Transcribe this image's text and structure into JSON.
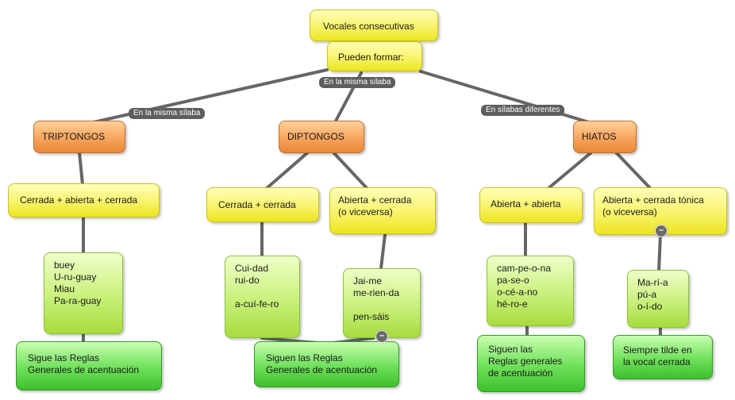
{
  "root": "Vocales consecutivas",
  "linker": "Pueden formar:",
  "link_labels": {
    "triptongos": "En la misma sílaba",
    "diptongos": "En la misma sílaba",
    "hiatos": "En sílabas diferentes"
  },
  "categories": {
    "triptongos": "TRIPTONGOS",
    "diptongos": "DIPTONGOS",
    "hiatos": "HIATOS"
  },
  "rules": {
    "trip": "Cerrada + abierta + cerrada",
    "dip1": "Cerrada + cerrada",
    "dip2": "Abierta + cerrada\n(o viceversa)",
    "hia1": "Abierta + abierta",
    "hia2": "Abierta + cerrada tónica\n(o viceversa)"
  },
  "examples": {
    "trip": "buey\nU-ru-guay\nMiau\nPa-ra-guay",
    "dip1": "Cui-dad\nrui-do\n\na-cuí-fe-ro",
    "dip2": "Jai-me\nme-rien-da\n\npen-sáis",
    "hia1": "cam-pe-o-na\npa-se-o\no-cé-a-no\nhé-ro-e",
    "hia2": "Ma-rí-a\npú-a\no-í-do"
  },
  "accent_rules": {
    "trip": "Sigue las Reglas\nGenerales de acentuación",
    "dip": "Siguen las Reglas\nGenerales de acentuación",
    "hia1": "Siguen las\nReglas generales\nde acentuación",
    "hia2": "Siempre tilde en\nla vocal cerrada"
  },
  "collapse_symbol": "–",
  "colors": {
    "yellow": "#f8f36a",
    "orange": "#f8a45c",
    "light_green": "#c8f07a",
    "green": "#6ee05a",
    "connector": "#666666",
    "label_bg": "#5e5e5e"
  }
}
